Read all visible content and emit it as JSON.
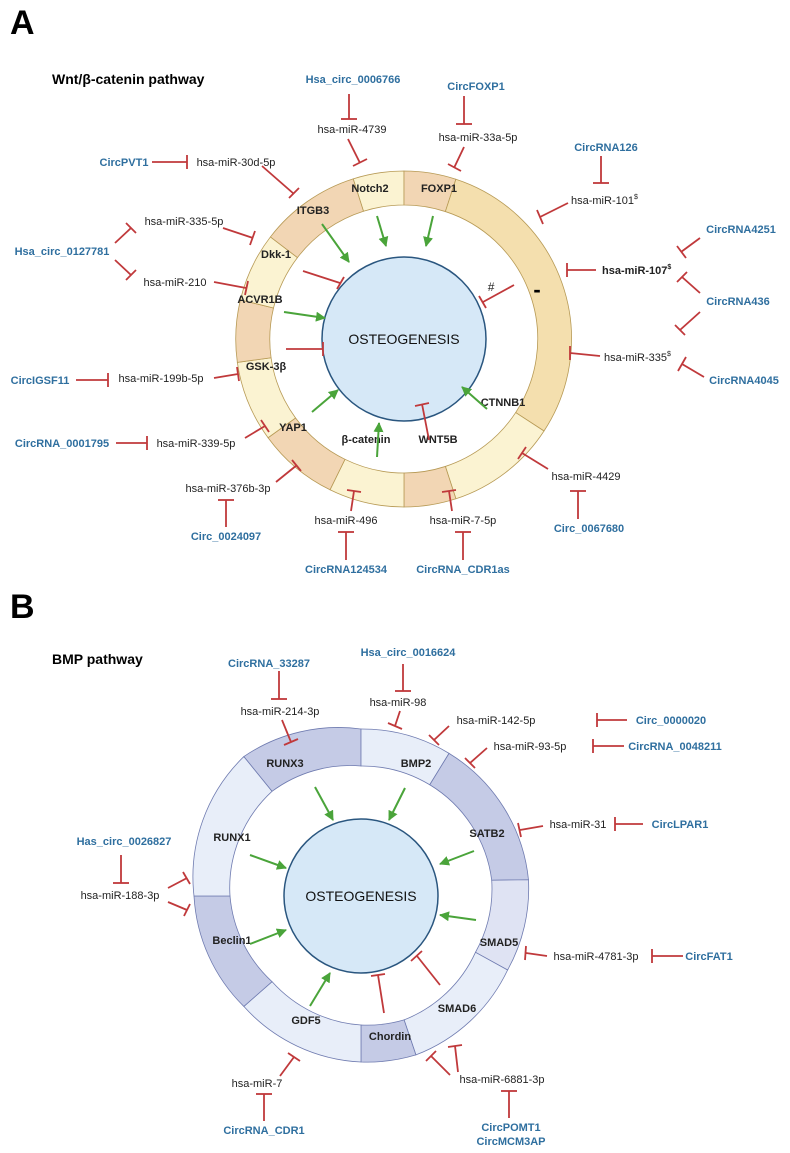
{
  "panel_a": {
    "label": "A",
    "title": "Wnt/β-catenin pathway",
    "center": "OSTEOGENESIS",
    "segments": [
      "Notch2",
      "FOXP1",
      "ITGB3",
      "Dkk-1",
      "ACVR1B",
      "GSK-3β",
      "YAP1",
      "β-catenin",
      "WNT5B",
      "CTNNB1"
    ],
    "minus_sign": "-",
    "hash_mark": "#",
    "mirnas": [
      "hsa-miR-4739",
      "hsa-miR-33a-5p",
      "hsa-miR-30d-5p",
      "hsa-miR-101",
      "hsa-miR-107",
      "hsa-miR-335",
      "hsa-miR-335-5p",
      "hsa-miR-210",
      "hsa-miR-199b-5p",
      "hsa-miR-339-5p",
      "hsa-miR-376b-3p",
      "hsa-miR-496",
      "hsa-miR-7-5p",
      "hsa-miR-4429"
    ],
    "superscript": "$",
    "circrnas": [
      "Hsa_circ_0006766",
      "CircFOXP1",
      "CircPVT1",
      "CircRNA126",
      "Hsa_circ_0127781",
      "CircRNA4251",
      "CircRNA436",
      "CircRNA4045",
      "CircIGSF11",
      "CircRNA_0001795",
      "Circ_0024097",
      "CircRNA124534",
      "CircRNA_CDR1as",
      "Circ_0067680"
    ]
  },
  "panel_b": {
    "label": "B",
    "title": "BMP pathway",
    "center": "OSTEOGENESIS",
    "segments": [
      "RUNX3",
      "BMP2",
      "SATB2",
      "SMAD5",
      "SMAD6",
      "Chordin",
      "GDF5",
      "Beclin1",
      "RUNX1"
    ],
    "mirnas": [
      "hsa-miR-214-3p",
      "hsa-miR-98",
      "hsa-miR-142-5p",
      "hsa-miR-93-5p",
      "hsa-miR-31",
      "hsa-miR-188-3p",
      "hsa-miR-4781-3p",
      "hsa-miR-6881-3p",
      "hsa-miR-7"
    ],
    "circrnas": [
      "CircRNA_33287",
      "Hsa_circ_0016624",
      "Circ_0000020",
      "CircRNA_0048211",
      "CircLPAR1",
      "Has_circ_0026827",
      "CircFAT1",
      "CircPOMT1",
      "CircMCM3AP",
      "CircRNA_CDR1"
    ]
  },
  "colors": {
    "inhibit": "#c0393b",
    "activate": "#4aa43a",
    "circrna_text": "#2f6f9f",
    "center_fill": "#d6e8f7",
    "wnt_light": "#fbf3d2",
    "wnt_dark": "#f2d6b4",
    "wnt_big": "#f4dfae",
    "bmp_light": "#e8eef9",
    "bmp_dark": "#c5cbe6"
  }
}
